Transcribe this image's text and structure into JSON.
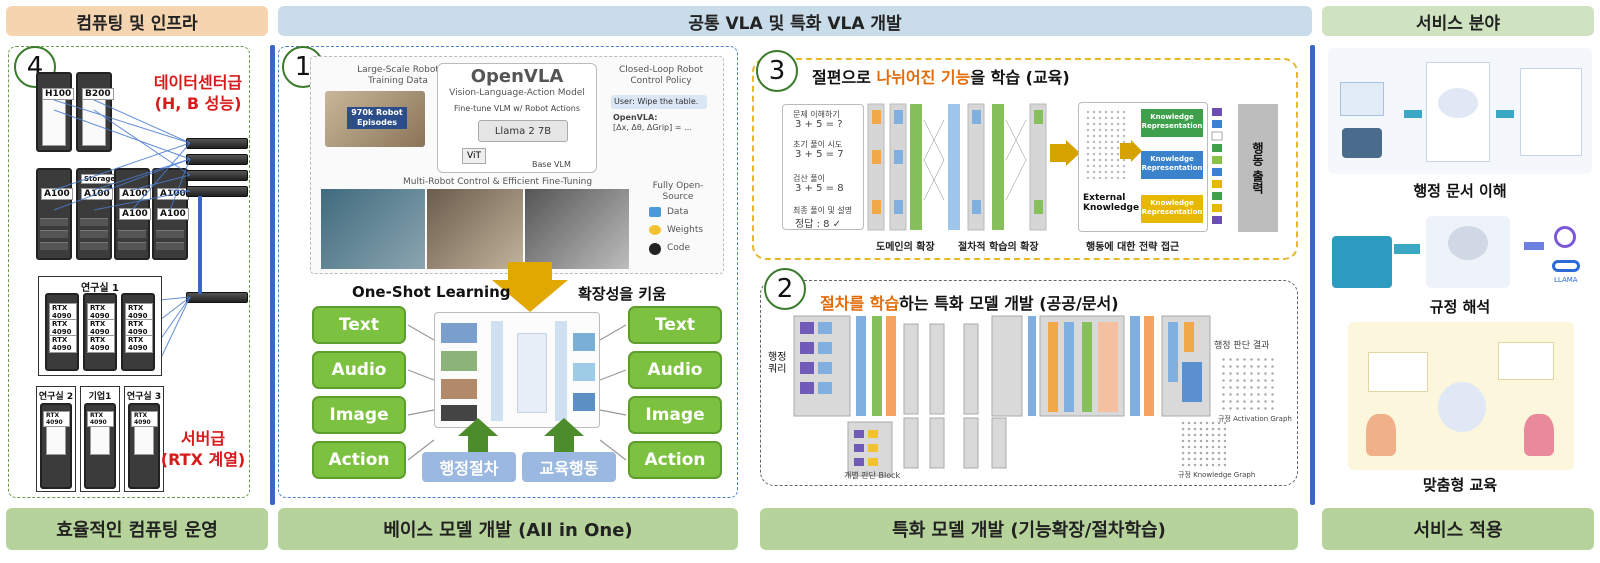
{
  "banners": {
    "left": "컴퓨팅 및 인프라",
    "center": "공통 VLA 및 특화 VLA 개발",
    "right": "서비스 분야"
  },
  "footers": {
    "computing": "효율적인 컴퓨팅 운영",
    "base_model": "베이스 모델 개발 (All in One)",
    "special_model": "특화 모델 개발 (기능확장/절차학습)",
    "service": "서비스 적용"
  },
  "numbers": {
    "n1": "1",
    "n2": "2",
    "n3": "3",
    "n4": "4"
  },
  "infra": {
    "datacenter_line1": "데이터센터급",
    "datacenter_line2": "(H, B 성능)",
    "server_line1": "서버급",
    "server_line2": "(RTX 계열)",
    "rack_h100": "H100",
    "rack_b200": "B200",
    "rack_a100": "A100",
    "storage": "Storage",
    "lab1": "연구실 1",
    "lab2": "연구실 2",
    "company1": "기업1",
    "lab3": "연구실 3",
    "rtx": "RTX 4090"
  },
  "openvla": {
    "title": "OpenVLA",
    "subtitle": "Vision-Language-Action Model",
    "training_data": "Large-Scale Robot Training Data",
    "episodes": "970k Robot Episodes",
    "closed_loop": "Closed-Loop Robot Control Policy",
    "finetune": "Fine-tune VLM w/ Robot Actions",
    "llama": "Llama 2 7B",
    "vit": "ViT",
    "base_vlm": "Base VLM",
    "user_prompt": "User: Wipe the table.",
    "openvla_out": "OpenVLA:",
    "action_vec": "[Δx, Δθ, ΔGrip] = …",
    "multi_robot": "Multi-Robot Control & Efficient Fine-Tuning",
    "fully_open": "Fully Open-Source",
    "data": "Data",
    "weights": "Weights",
    "code": "Code"
  },
  "base": {
    "one_shot": "One-Shot Learning",
    "scalability": "확장성을 키움",
    "inputs": [
      "Text",
      "Audio",
      "Image",
      "Action"
    ],
    "outputs": [
      "Text",
      "Audio",
      "Image",
      "Action"
    ],
    "admin_proc": "행정절차",
    "edu_behavior": "교육행동"
  },
  "section3": {
    "title_pre": "절편으로 ",
    "title_hl": "나뉘어진 기능",
    "title_post": "을 학습 (교육)",
    "cap_domain": "도메인의 확장",
    "cap_proc": "절차적 학습의 확장",
    "cap_strategy": "행동에 대한 전략 접근",
    "external": "External Knowledge",
    "kr": "Knowledge Representation",
    "action_out": "행동 출력",
    "problem1": "3 + 5 = ?",
    "problem2": "3 + 5 = 7",
    "problem3": "3 + 5 = 8",
    "problem4": "정답 : 8 ✓",
    "step_labels": [
      "문제 이해하기",
      "초기 풀이 시도",
      "검산 풀이",
      "최종 풀이 및 설명"
    ]
  },
  "section2": {
    "title_hl": "절차를 학습",
    "title_post": "하는 특화 모델 개발 (공공/문서)",
    "query": "행정 쿼리",
    "result": "행정 판단 결과",
    "activation_graph": "규정 Activation Graph",
    "knowledge_graph": "규정 Knowledge Graph",
    "individual_block": "개별 판단 Block"
  },
  "service": {
    "admin_doc": "행정 문서 이해",
    "regulation": "규정 해석",
    "custom_edu": "맞춤형 교육",
    "llama_logo": "LLAMA"
  },
  "colors": {
    "accent_blue": "#3a66c4",
    "pill_green": "#7dc141",
    "highlight_orange": "#e36c0a",
    "red": "#d71a1a"
  }
}
